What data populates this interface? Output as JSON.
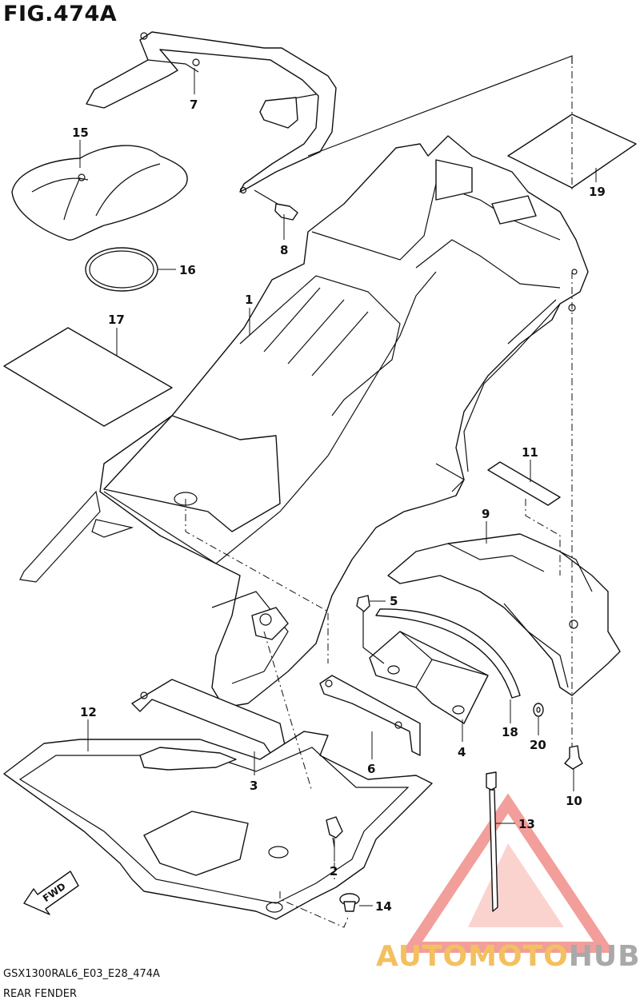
{
  "figure": {
    "title": "FIG.474A",
    "code": "GSX1300RAL6_E03_E28_474A",
    "subtitle": "REAR FENDER",
    "fwd_label": "FWD"
  },
  "watermark": {
    "part1": "AUTOMOTO",
    "part2": "HUB",
    "colors": {
      "red": "#e8504a",
      "yellow": "#f3c060",
      "grey": "#a9a9a9"
    }
  },
  "callouts": [
    {
      "id": "c1",
      "label": "1"
    },
    {
      "id": "c2",
      "label": "2"
    },
    {
      "id": "c3",
      "label": "3"
    },
    {
      "id": "c4",
      "label": "4"
    },
    {
      "id": "c5",
      "label": "5"
    },
    {
      "id": "c6",
      "label": "6"
    },
    {
      "id": "c7",
      "label": "7"
    },
    {
      "id": "c8",
      "label": "8"
    },
    {
      "id": "c9",
      "label": "9"
    },
    {
      "id": "c10",
      "label": "10"
    },
    {
      "id": "c11",
      "label": "11"
    },
    {
      "id": "c12",
      "label": "12"
    },
    {
      "id": "c13",
      "label": "13"
    },
    {
      "id": "c14",
      "label": "14"
    },
    {
      "id": "c15",
      "label": "15"
    },
    {
      "id": "c16",
      "label": "16"
    },
    {
      "id": "c17",
      "label": "17"
    },
    {
      "id": "c18",
      "label": "18"
    },
    {
      "id": "c19",
      "label": "19"
    },
    {
      "id": "c20",
      "label": "20"
    }
  ]
}
